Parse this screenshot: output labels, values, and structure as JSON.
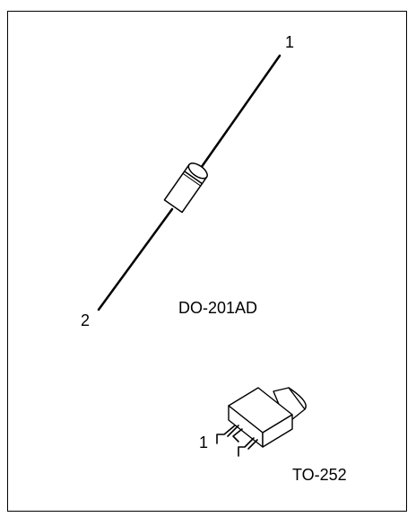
{
  "packages": [
    {
      "name": "DO-201AD",
      "pins": [
        "1",
        "2"
      ]
    },
    {
      "name": "TO-252",
      "pins": [
        "1"
      ]
    }
  ],
  "colors": {
    "stroke": "#000000",
    "background": "#ffffff"
  }
}
